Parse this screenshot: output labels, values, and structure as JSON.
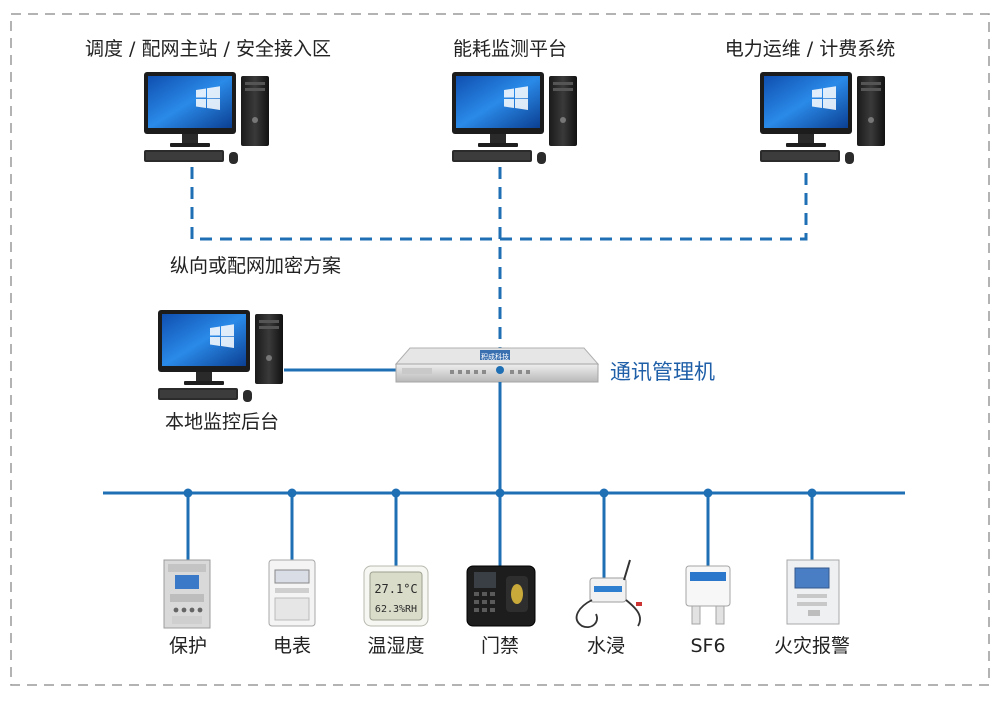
{
  "diagram": {
    "top_systems": [
      {
        "label": "调度 / 配网主站 / 安全接入区"
      },
      {
        "label": "能耗监测平台"
      },
      {
        "label": "电力运维 / 计费系统"
      }
    ],
    "encryption_label": "纵向或配网加密方案",
    "local_label": "本地监控后台",
    "gateway_label": "通讯管理机",
    "gateway_brand": "积成科技",
    "devices": [
      {
        "label": "保护"
      },
      {
        "label": "电表"
      },
      {
        "label": "温湿度"
      },
      {
        "label": "门禁"
      },
      {
        "label": "水浸"
      },
      {
        "label": "SF6"
      },
      {
        "label": "火灾报警"
      }
    ],
    "thermo_readings": {
      "temp": "27.1°C",
      "humidity": "62.3%RH"
    }
  },
  "colors": {
    "line_blue": "#1f6fb5",
    "label_blue": "#1f5fa8",
    "border_gray": "#9a9a9a",
    "screen_blue": "#1b6fd0"
  }
}
